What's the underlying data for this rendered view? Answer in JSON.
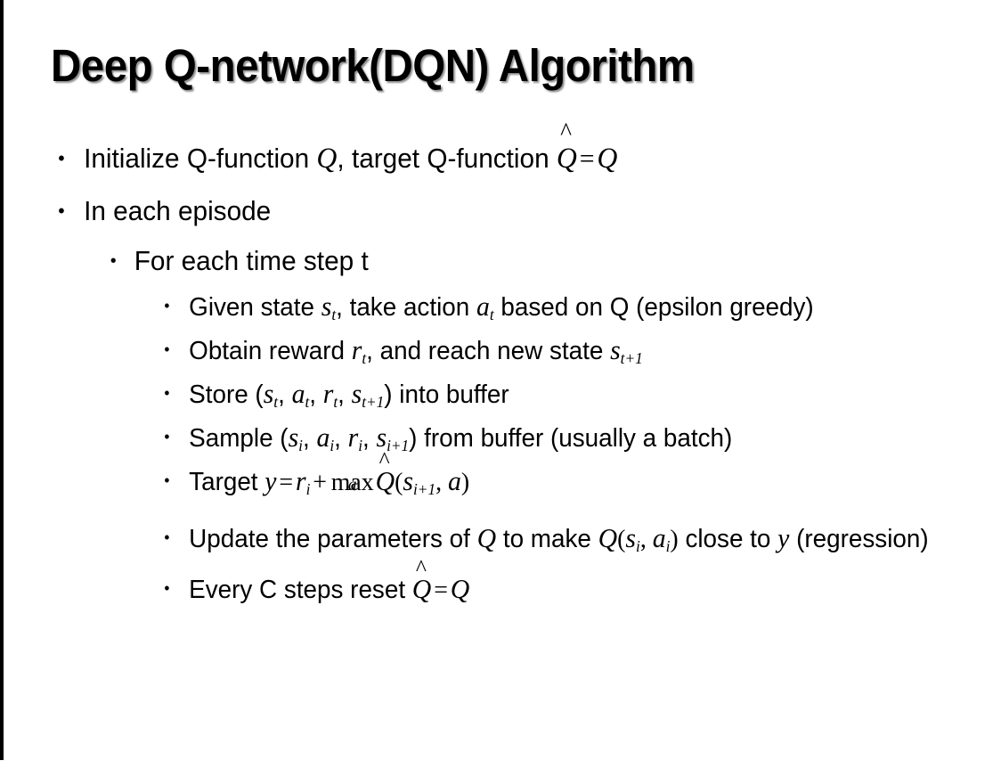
{
  "slide": {
    "title": "Deep Q-network(DQN) Algorithm",
    "background_color": "#ffffff",
    "text_color": "#000000",
    "accent_rule_color": "#000000",
    "bullet_glyph": "•"
  },
  "bullets": {
    "initialize": {
      "level": 1,
      "pre": "Initialize Q-function ",
      "var_q1": "Q",
      "mid": ", target Q-function ",
      "var_qhat": "Q",
      "hat": "^",
      "equals": "=",
      "var_q2": "Q"
    },
    "in_each_episode": {
      "level": 1,
      "text": "In each episode"
    },
    "for_each_time_step": {
      "level": 2,
      "text": "For each time step t"
    },
    "given_state": {
      "level": 3,
      "pre": "Given state ",
      "var_s": "s",
      "sub_s": "t",
      "mid": ", take action ",
      "var_a": "a",
      "sub_a": "t",
      "post": " based on Q (epsilon greedy)"
    },
    "obtain_reward": {
      "level": 3,
      "pre": "Obtain reward ",
      "var_r": "r",
      "sub_r": "t",
      "mid": ", and reach new state ",
      "var_s": "s",
      "sub_s": "t+1"
    },
    "store": {
      "level": 3,
      "pre": "Store (",
      "var_s1": "s",
      "sub_s1": "t",
      "sep1": ", ",
      "var_a": "a",
      "sub_a": "t",
      "sep2": ", ",
      "var_r": "r",
      "sub_r": "t",
      "sep3": ", ",
      "var_s2": "s",
      "sub_s2": "t+1",
      "post": ") into buffer"
    },
    "sample": {
      "level": 3,
      "pre": "Sample (",
      "var_s1": "s",
      "sub_s1": "i",
      "sep1": ", ",
      "var_a": "a",
      "sub_a": "i",
      "sep2": ", ",
      "var_r": "r",
      "sub_r": "i",
      "sep3": ", ",
      "var_s2": "s",
      "sub_s2": "i+1",
      "post": ") from buffer (usually a batch)"
    },
    "target": {
      "level": 3,
      "pre": "Target ",
      "var_y": "y",
      "equals": "=",
      "var_r": "r",
      "sub_r": "i",
      "plus": "+",
      "max_op": "max",
      "max_limit": "a",
      "var_qhat": "Q",
      "hat": "^",
      "open_paren": "(",
      "var_s": "s",
      "sub_s": "i+1",
      "comma": ", ",
      "var_a": "a",
      "close_paren": ")"
    },
    "update": {
      "level": 3,
      "pre": "Update the parameters of ",
      "var_q1": "Q",
      "mid": " to make ",
      "var_q2": "Q",
      "open_paren": "(",
      "var_s": "s",
      "sub_s": "i",
      "comma": ", ",
      "var_a": "a",
      "sub_a": "i",
      "close_paren": ")",
      "post": " close to ",
      "var_y": "y",
      "tail": " (regression)"
    },
    "every_c_steps": {
      "level": 3,
      "pre": "Every C steps reset ",
      "var_qhat": "Q",
      "hat": "^",
      "equals": "=",
      "var_q": "Q"
    }
  }
}
